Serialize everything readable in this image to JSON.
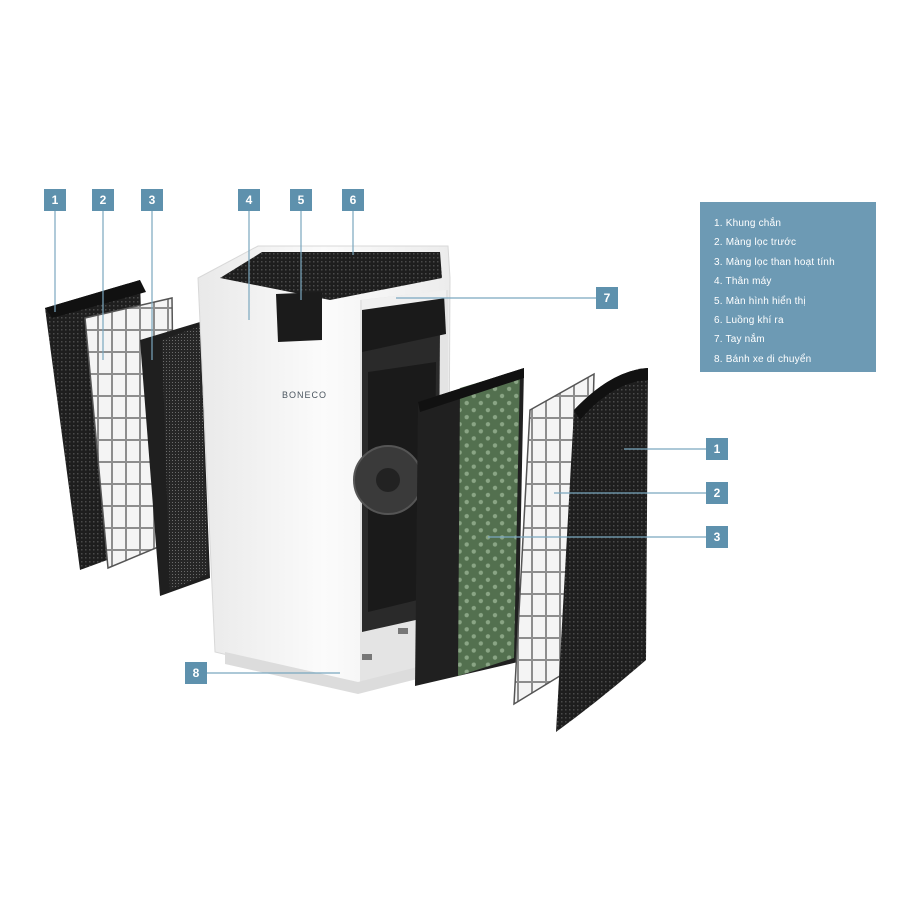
{
  "brand": "BONECO",
  "callouts": {
    "left": [
      "1",
      "2",
      "3",
      "4",
      "5",
      "6"
    ],
    "handle": "7",
    "wheels": "8",
    "right": [
      "1",
      "2",
      "3"
    ]
  },
  "legend": [
    "1. Khung chắn",
    "2. Màng lọc trước",
    "3. Màng lọc than hoạt tính",
    "4. Thân máy",
    "5. Màn hình hiển thị",
    "6. Luồng khí ra",
    "7. Tay nắm",
    "8. Bánh xe di chuyển"
  ],
  "colors": {
    "callout_bg": "#5e91ad",
    "legend_bg": "#6d9ab4",
    "carbon_filter_green": "#5b7a58",
    "housing_white": "#f6f6f6",
    "filter_black": "#2a2a2a"
  }
}
